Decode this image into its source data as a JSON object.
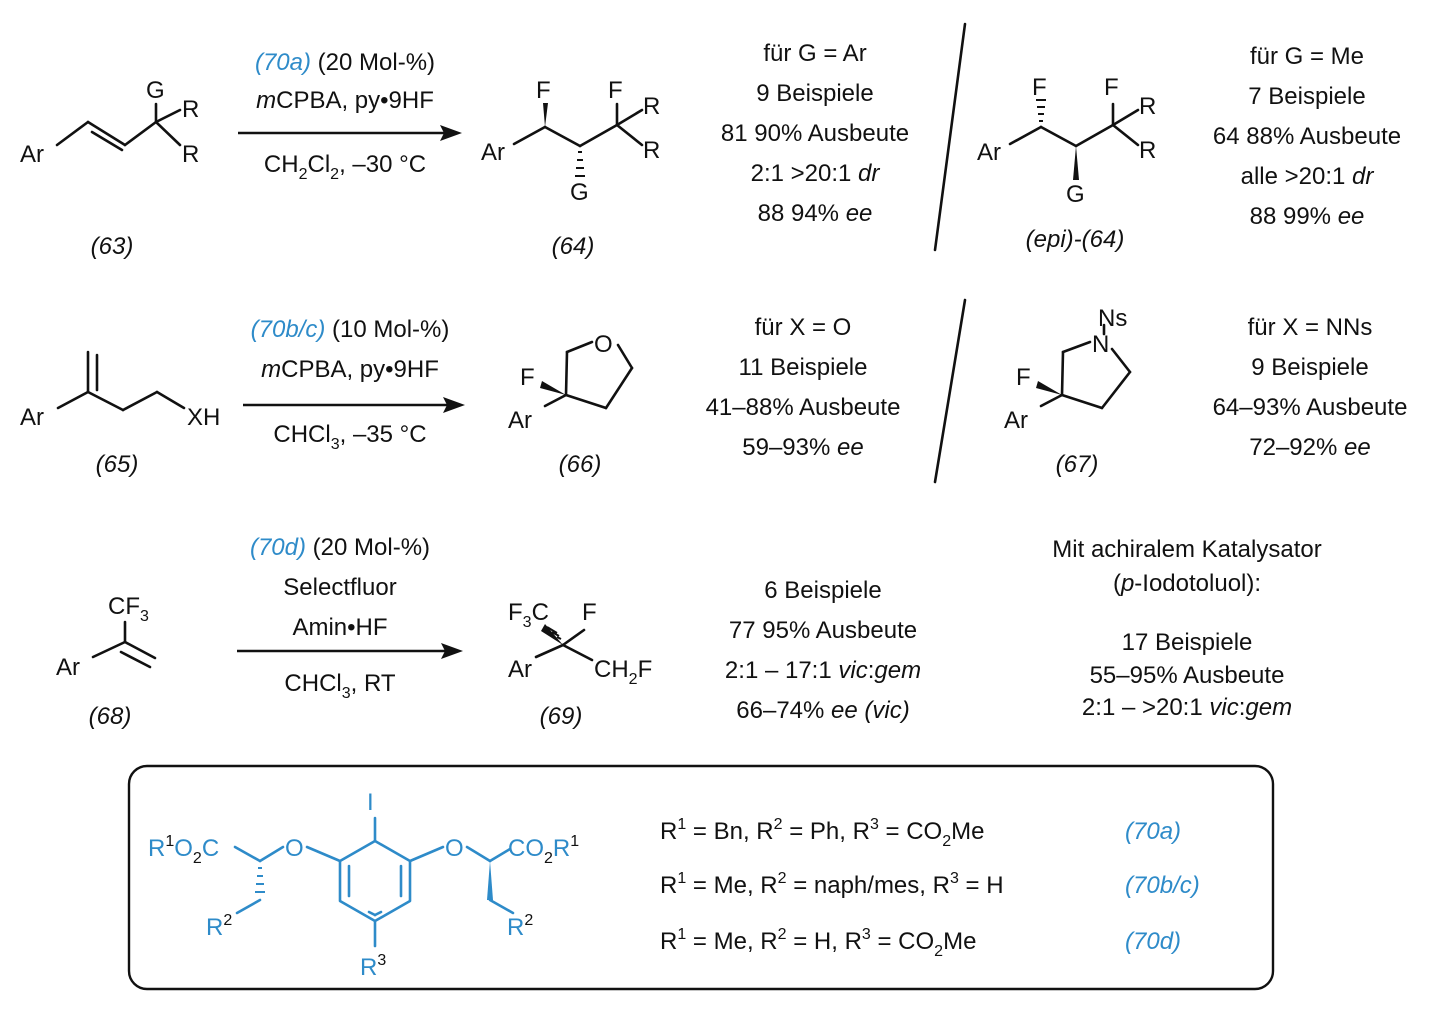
{
  "row1": {
    "reactant_label": "(63)",
    "reactant_atoms": {
      "ar": "Ar",
      "g": "G",
      "r1": "R",
      "r2": "R"
    },
    "catalyst": "(70a)",
    "loading": "(20 Mol-%)",
    "reagent_prefix": "m",
    "reagent": "CPBA, py•9HF",
    "conditions": {
      "pre": "CH",
      "sub1": "2",
      "mid": "Cl",
      "sub2": "2",
      "post": ",  –30 °C"
    },
    "product_label": "(64)",
    "product_atoms": {
      "ar": "Ar",
      "f1": "F",
      "f2": "F",
      "g": "G",
      "r1": "R",
      "r2": "R"
    },
    "result_a": {
      "title": "für G = Ar",
      "examples": "9 Beispiele",
      "yield": "81  90% Ausbeute",
      "dr_value": "2:1     >20:1 ",
      "dr_unit": "dr",
      "ee_value": "88  94% ",
      "ee_unit": "ee"
    },
    "epi_label": "(epi)-(64)",
    "epi_atoms": {
      "ar": "Ar",
      "f1": "F",
      "f2": "F",
      "g": "G",
      "r1": "R",
      "r2": "R"
    },
    "result_b": {
      "title": "für G = Me",
      "examples": "7 Beispiele",
      "yield": "64  88% Ausbeute",
      "dr_value": "alle >20:1 ",
      "dr_unit": "dr",
      "ee_value": "88  99% ",
      "ee_unit": "ee"
    }
  },
  "row2": {
    "reactant_label": "(65)",
    "reactant_atoms": {
      "ar": "Ar",
      "xh": "XH"
    },
    "catalyst": "(70b/c)",
    "loading": "(10 Mol-%)",
    "reagent_prefix": "m",
    "reagent": "CPBA, py•9HF",
    "conditions": {
      "pre": "CHCl",
      "sub": "3",
      "post": ", –35 °C"
    },
    "product_label": "(66)",
    "product_atoms": {
      "f": "F",
      "ar": "Ar",
      "o": "O"
    },
    "result_a": {
      "title": "für X = O",
      "examples": "11 Beispiele",
      "yield": "41–88% Ausbeute",
      "ee_value": "59–93% ",
      "ee_unit": "ee"
    },
    "product2_label": "(67)",
    "product2_atoms": {
      "f": "F",
      "ar": "Ar",
      "n": "N",
      "ns": "Ns"
    },
    "result_b": {
      "title": "für X = NNs",
      "examples": "9 Beispiele",
      "yield": "64–93% Ausbeute",
      "ee_value": "72–92% ",
      "ee_unit": "ee"
    }
  },
  "row3": {
    "reactant_label": "(68)",
    "reactant_atoms": {
      "ar": "Ar",
      "cf": "CF",
      "cf_sub": "3"
    },
    "catalyst": "(70d)",
    "loading": "(20 Mol-%)",
    "reagent1": "Selectfluor",
    "reagent2": "Amin•HF",
    "conditions": {
      "pre": "CHCl",
      "sub": "3",
      "post": ", RT"
    },
    "product_label": "(69)",
    "product_atoms": {
      "ar": "Ar",
      "f": "F",
      "f3c_pre": "F",
      "f3c_sub": "3",
      "f3c_post": "C",
      "ch2f_pre": "CH",
      "ch2f_sub": "2",
      "ch2f_post": "F"
    },
    "result_a": {
      "examples": "6 Beispiele",
      "yield": "77  95% Ausbeute",
      "vg_value": "2:1 – 17:1 ",
      "vg_unit": "vic",
      "vg_colon": ":",
      "vg_unit2": "gem",
      "ee_value": "66–74% ",
      "ee_unit": "ee (vic)"
    },
    "achiral_title": "Mit achiralem Katalysator",
    "achiral_paren_open": "(",
    "achiral_prefix": "p",
    "achiral_name": "-Iodotoluol):",
    "result_b": {
      "examples": "17 Beispiele",
      "yield": "55–95% Ausbeute",
      "vg_value": "2:1 – >20:1 ",
      "vg_unit": "vic",
      "vg_colon": ":",
      "vg_unit2": "gem"
    }
  },
  "catalyst_box": {
    "atoms": {
      "i": "I",
      "o1": "O",
      "o2": "O",
      "left_ester": {
        "r": "R",
        "r_sup": "1",
        "o": "O",
        "o_sub": "2",
        "c": "C"
      },
      "right_ester": {
        "co": "CO",
        "co_sub": "2",
        "r": "R",
        "r_sup": "1"
      },
      "r2_left": {
        "r": "R",
        "sup": "2"
      },
      "r2_right": {
        "r": "R",
        "sup": "2"
      },
      "r3": {
        "r": "R",
        "sup": "3"
      }
    },
    "variants": [
      {
        "r1": "R",
        "r1_sup": "1",
        "r1_val": " = Bn, ",
        "r2": "R",
        "r2_sup": "2",
        "r2_val": " = Ph, ",
        "r3": "R",
        "r3_sup": "3",
        "r3_val": " = CO",
        "r3_sub": "2",
        "r3_tail": "Me",
        "label": "(70a)"
      },
      {
        "r1": "R",
        "r1_sup": "1",
        "r1_val": " = Me, ",
        "r2": "R",
        "r2_sup": "2",
        "r2_val": " = naph/mes, ",
        "r3": "R",
        "r3_sup": "3",
        "r3_val": " = H",
        "r3_sub": "",
        "r3_tail": "",
        "label": "(70b/c)"
      },
      {
        "r1": "R",
        "r1_sup": "1",
        "r1_val": " = Me, ",
        "r2": "R",
        "r2_sup": "2",
        "r2_val": " = H,  ",
        "r3": "R",
        "r3_sup": "3",
        "r3_val": " = CO",
        "r3_sub": "2",
        "r3_tail": "Me",
        "label": "(70d)"
      }
    ]
  },
  "colors": {
    "catalyst": "#2e8bc9",
    "ink": "#111111"
  }
}
